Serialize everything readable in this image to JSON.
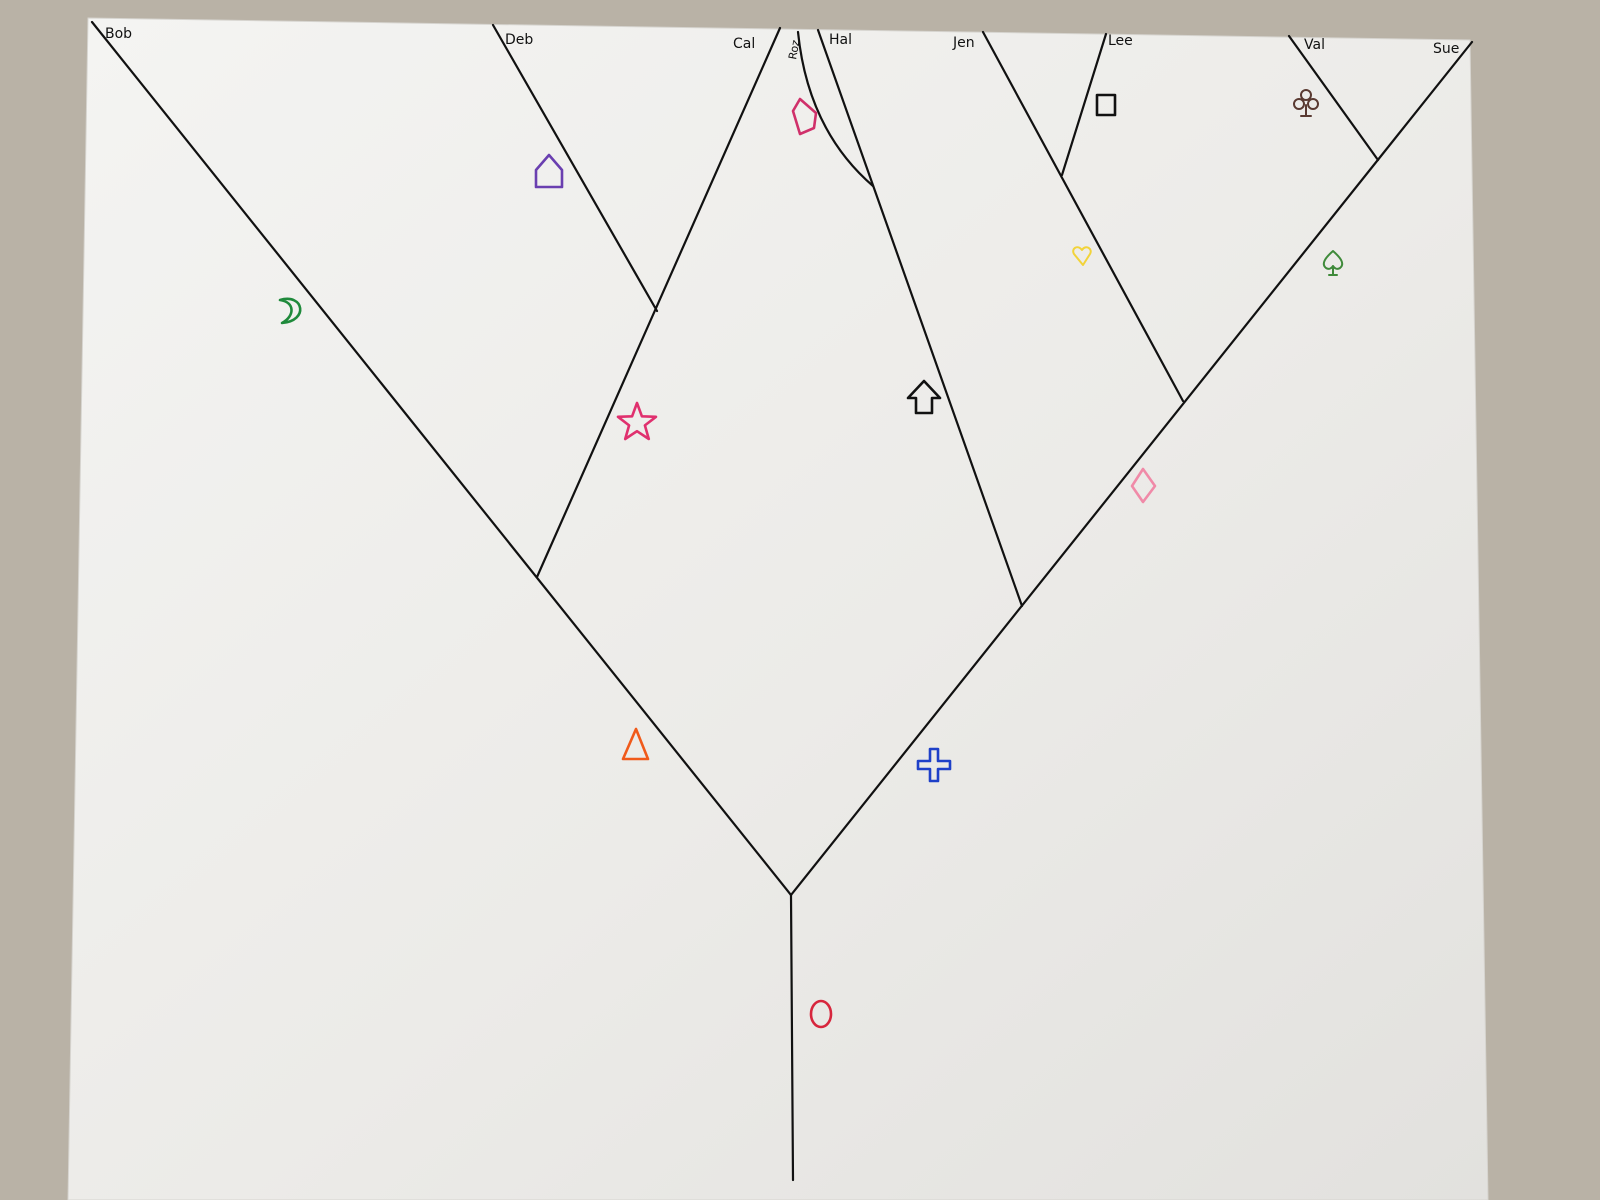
{
  "diagram": {
    "type": "cladogram",
    "taxa": [
      {
        "id": "bob",
        "label": "Bob"
      },
      {
        "id": "deb",
        "label": "Deb"
      },
      {
        "id": "cal",
        "label": "Cal"
      },
      {
        "id": "roz",
        "label": "Roz"
      },
      {
        "id": "hal",
        "label": "Hal"
      },
      {
        "id": "jen",
        "label": "Jen"
      },
      {
        "id": "lee",
        "label": "Lee"
      },
      {
        "id": "val",
        "label": "Val"
      },
      {
        "id": "sue",
        "label": "Sue"
      }
    ],
    "symbols": [
      {
        "name": "circle",
        "color": "#d7263d"
      },
      {
        "name": "triangle",
        "color": "#f05a1a"
      },
      {
        "name": "cross",
        "color": "#1e40c8"
      },
      {
        "name": "crescent",
        "color": "#1f8a3b"
      },
      {
        "name": "star",
        "color": "#e0306e"
      },
      {
        "name": "house",
        "color": "#6a3fb0"
      },
      {
        "name": "arrow",
        "color": "#111111"
      },
      {
        "name": "pentagon",
        "color": "#d0306a"
      },
      {
        "name": "square",
        "color": "#111111"
      },
      {
        "name": "heart",
        "color": "#f2d33a"
      },
      {
        "name": "diamond",
        "color": "#f08aa8"
      },
      {
        "name": "spade",
        "color": "#3f8a3a"
      },
      {
        "name": "club",
        "color": "#5a3a32"
      }
    ]
  }
}
